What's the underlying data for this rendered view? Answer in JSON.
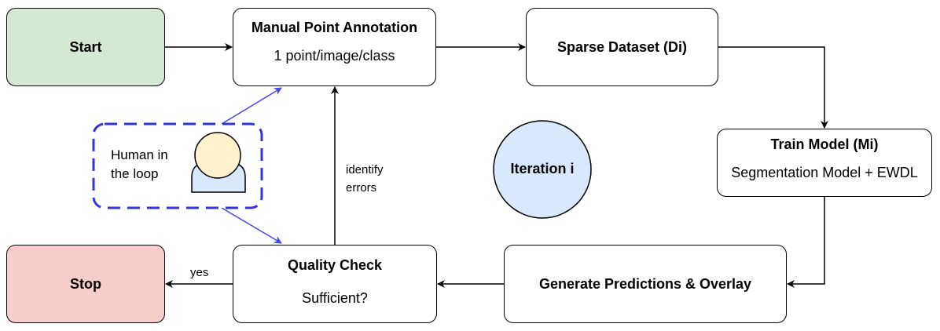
{
  "nodes": {
    "start": {
      "label": "Start",
      "color": "#d5e8d4"
    },
    "manual_annotation": {
      "title": "Manual Point Annotation",
      "subtitle": "1 point/image/class"
    },
    "sparse_dataset": {
      "label": "Sparse Dataset (Di)"
    },
    "train_model": {
      "title": "Train Model (Mi)",
      "subtitle": "Segmentation Model + EWDL"
    },
    "generate_predictions": {
      "label": "Generate Predictions & Overlay"
    },
    "quality_check": {
      "title": "Quality Check",
      "subtitle": "Sufficient?"
    },
    "stop": {
      "label": "Stop",
      "color": "#f8cecc"
    },
    "iteration": {
      "label": "Iteration i",
      "color": "#dae8fc"
    },
    "human": {
      "line1": "Human in",
      "line2": "the loop",
      "border_color": "#3333dd",
      "head_color": "#fff2cc",
      "body_color": "#dae8fc"
    }
  },
  "edge_labels": {
    "yes": "yes",
    "identify_errors_1": "identify",
    "identify_errors_2": "errors"
  },
  "colors": {
    "stroke": "#000000",
    "human_arrow": "#4444ee"
  }
}
